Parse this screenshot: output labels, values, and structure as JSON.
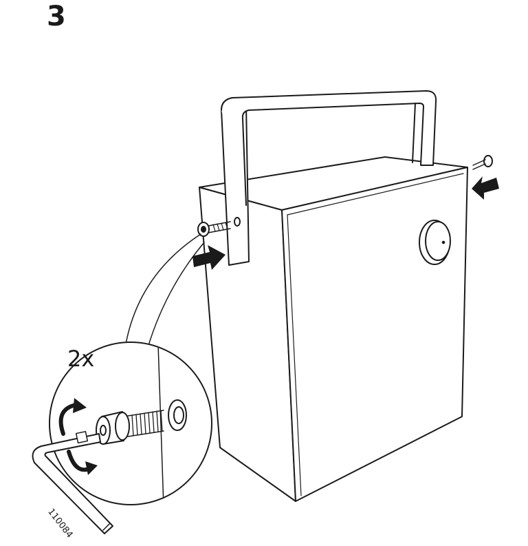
{
  "step": {
    "number": "3"
  },
  "quantity": {
    "label": "2x"
  },
  "part": {
    "number": "110084"
  },
  "colors": {
    "line": "#1a1a1a",
    "fill": "#ffffff",
    "shade": "#dcdcdc"
  },
  "icons": [
    "allen-key-icon",
    "screw-icon",
    "push-arrow-icon",
    "rotate-arrow-icon"
  ]
}
